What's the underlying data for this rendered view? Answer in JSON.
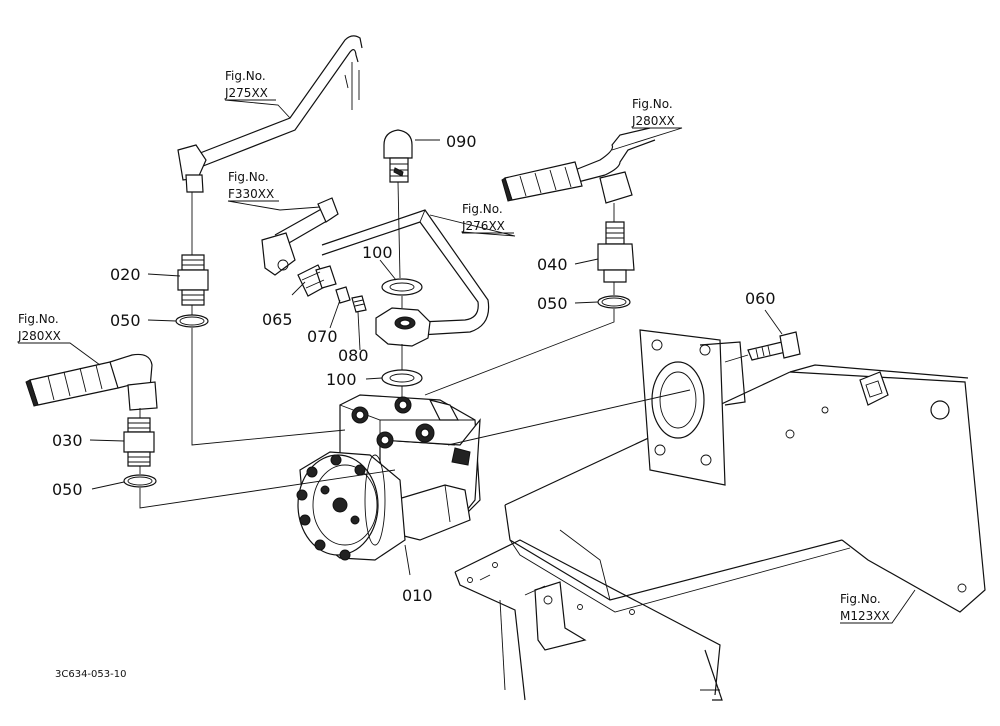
{
  "diagram": {
    "drawing_code": "3C634-053-10",
    "callouts": {
      "p010": "010",
      "p020": "020",
      "p030": "030",
      "p040": "040",
      "p050a": "050",
      "p050b": "050",
      "p050c": "050",
      "p060": "060",
      "p065": "065",
      "p070": "070",
      "p080": "080",
      "p090": "090",
      "p100a": "100",
      "p100b": "100"
    },
    "figure_refs": {
      "j275": {
        "label": "Fig.No.",
        "code": "J275XX"
      },
      "f330": {
        "label": "Fig.No.",
        "code": "F330XX"
      },
      "j276": {
        "label": "Fig.No.",
        "code": "J276XX"
      },
      "j280_right": {
        "label": "Fig.No.",
        "code": "J280XX"
      },
      "j280_left": {
        "label": "Fig.No.",
        "code": "J280XX"
      },
      "m123": {
        "label": "Fig.No.",
        "code": "M123XX"
      }
    }
  }
}
